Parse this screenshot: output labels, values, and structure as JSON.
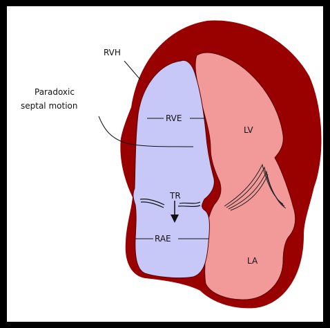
{
  "labels": {
    "rvh": "RVH",
    "paradoxic_line1": "Paradoxic",
    "paradoxic_line2": "septal motion",
    "rve": "RVE",
    "lv": "LV",
    "tr": "TR",
    "rae": "RAE",
    "la": "LA"
  },
  "colors": {
    "background": "#000000",
    "panel": "#ffffff",
    "myocardium": "#990000",
    "right_chambers": "#c8c8f8",
    "left_chambers": "#f29a9a",
    "lines": "#111111"
  }
}
